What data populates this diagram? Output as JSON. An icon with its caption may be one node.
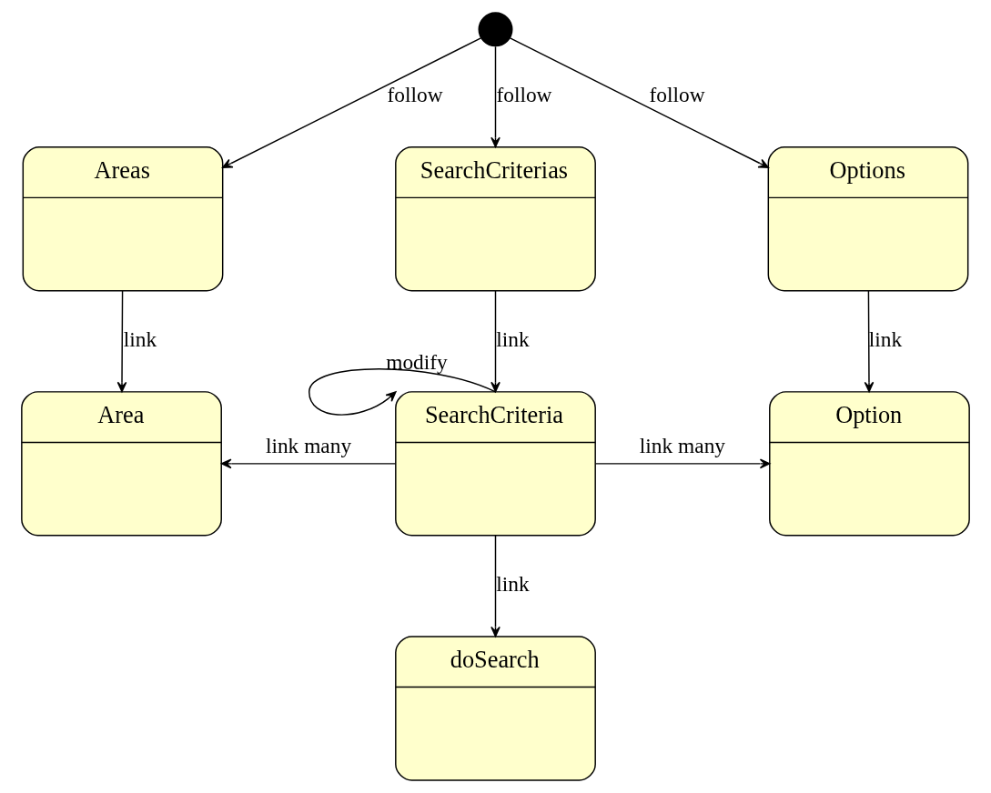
{
  "diagram": {
    "nodes": [
      {
        "text": [],
        "shape": "circle"
      },
      {
        "text": [
          "Areas"
        ]
      },
      {
        "text": [
          "SearchCriterias"
        ]
      },
      {
        "text": [
          "Options"
        ]
      },
      {
        "text": [
          "Area"
        ]
      },
      {
        "text": [
          "SearchCriteria"
        ]
      },
      {
        "text": [
          "Option"
        ]
      },
      {
        "text": [
          "doSearch"
        ]
      }
    ],
    "edges": [
      {
        "from": 0,
        "to": 1,
        "arrow": "to",
        "label": "follow"
      },
      {
        "from": 0,
        "to": 2,
        "arrow": "to",
        "label": "follow"
      },
      {
        "from": 0,
        "to": 3,
        "arrow": "to",
        "label": "follow"
      },
      {
        "from": 1,
        "to": 4,
        "arrow": "to",
        "label": "link"
      },
      {
        "from": 2,
        "to": 5,
        "arrow": "to",
        "label": "link"
      },
      {
        "from": 3,
        "to": 6,
        "arrow": "to",
        "label": "link"
      },
      {
        "from": 5,
        "to": 5,
        "arrow": "to",
        "label": "modify"
      },
      {
        "from": 5,
        "to": 4,
        "arrow": "to",
        "label": "link many"
      },
      {
        "from": 5,
        "to": 6,
        "arrow": "to",
        "label": "link many"
      },
      {
        "from": 5,
        "to": 7,
        "arrow": "to",
        "label": "link"
      }
    ]
  }
}
